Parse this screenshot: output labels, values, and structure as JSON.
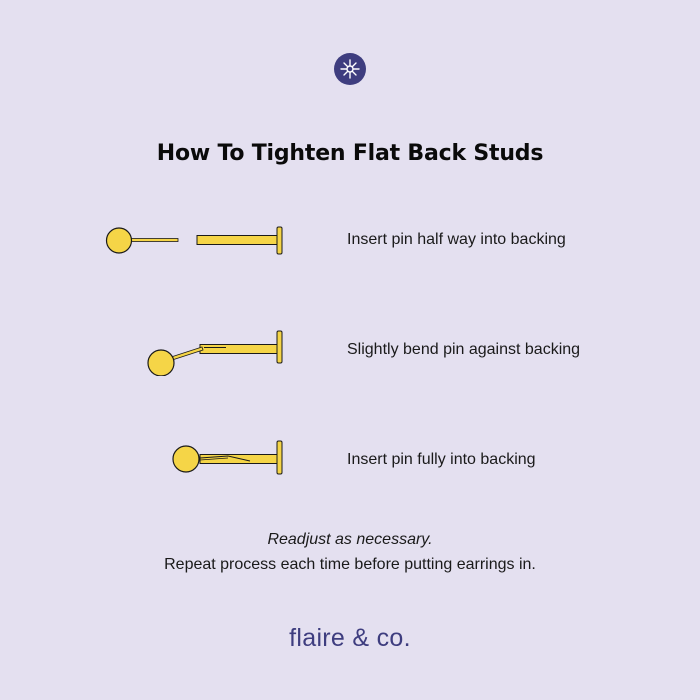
{
  "logo": {
    "icon": "compass-star-icon",
    "color": "#3e3d7f"
  },
  "title": "How To Tighten Flat Back Studs",
  "steps": [
    {
      "text": "Insert pin half way into backing"
    },
    {
      "text": "Slightly bend pin against backing"
    },
    {
      "text": "Insert pin fully into backing"
    }
  ],
  "notes": {
    "italic": "Readjust as necessary.",
    "line": "Repeat process each time before putting earrings in."
  },
  "brand": "flaire & co.",
  "colors": {
    "background": "#e4e0f0",
    "metal": "#f5d547",
    "outline": "#1a1a1a",
    "brand": "#3e3d7f"
  }
}
